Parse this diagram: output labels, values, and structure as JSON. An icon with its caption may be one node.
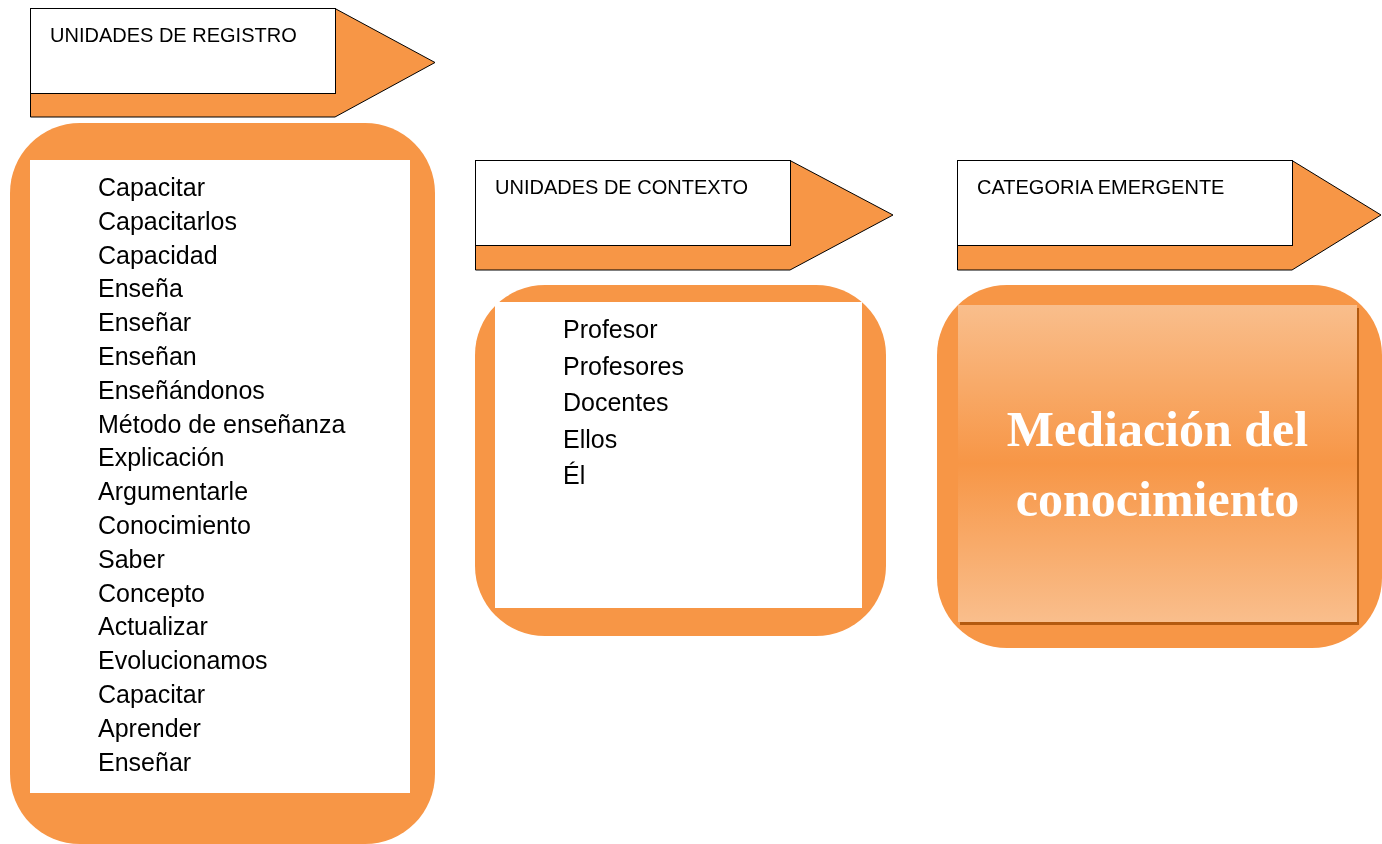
{
  "diagram": {
    "nodes": [
      {
        "text": [
          "UNIDADES DE REGISTRO"
        ]
      },
      {
        "text": [
          "Capacitar",
          "Capacitarlos",
          "Capacidad",
          "Enseña",
          "Enseñar",
          "Enseñan",
          "Enseñándonos",
          "Método de enseñanza",
          "Explicación",
          "Argumentarle",
          "Conocimiento",
          "Saber",
          "Concepto",
          "Actualizar",
          "Evolucionamos",
          "Capacitar",
          "Aprender",
          "Enseñar"
        ]
      },
      {
        "text": [
          "UNIDADES DE CONTEXTO"
        ]
      },
      {
        "text": [
          "Profesor",
          "Profesores",
          "Docentes",
          "Ellos",
          "Él"
        ]
      },
      {
        "text": [
          "CATEGORIA EMERGENTE"
        ]
      },
      {
        "text": [
          "Mediación del conocimiento"
        ]
      }
    ]
  }
}
